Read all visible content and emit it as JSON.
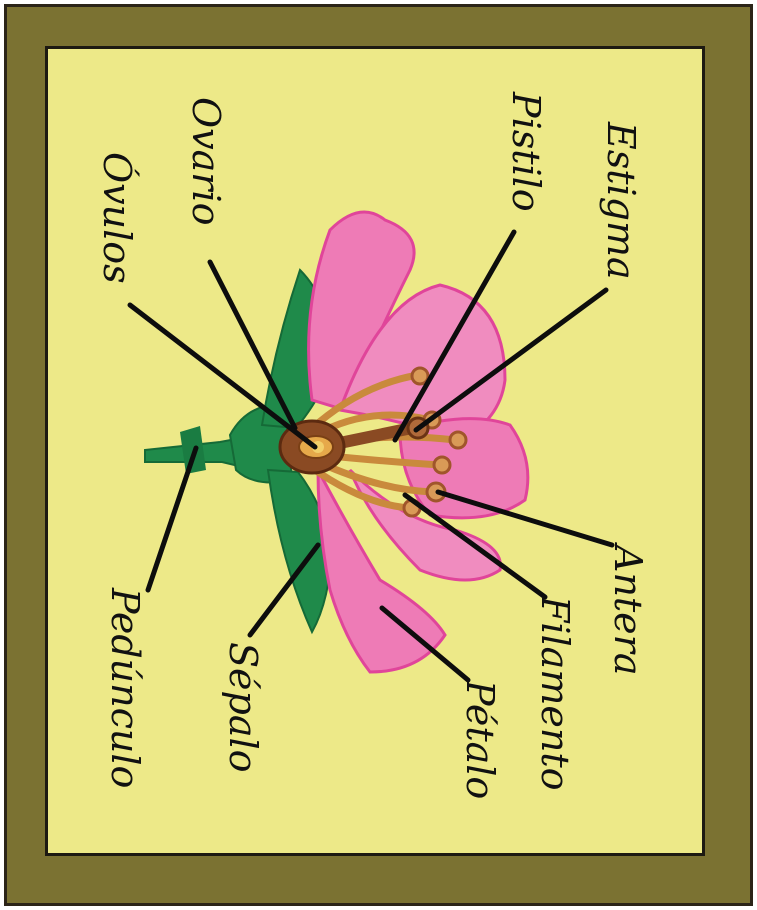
{
  "diagram": {
    "labels": {
      "estigma": "Estigma",
      "pistilo": "Pistilo",
      "ovario": "Ovario",
      "ovulos": "Óvulos",
      "antera": "Antera",
      "filamento": "Filamento",
      "petalo": "Pétalo",
      "sepalo": "Sépalo",
      "pedunculo": "Pedúnculo"
    }
  },
  "colors": {
    "frame": "#7b7232",
    "background": "#ede988",
    "petal": "#ee7bb6",
    "sepal": "#1f8a4a",
    "stamen": "#c98a3c",
    "ovary": "#8a4a23"
  }
}
